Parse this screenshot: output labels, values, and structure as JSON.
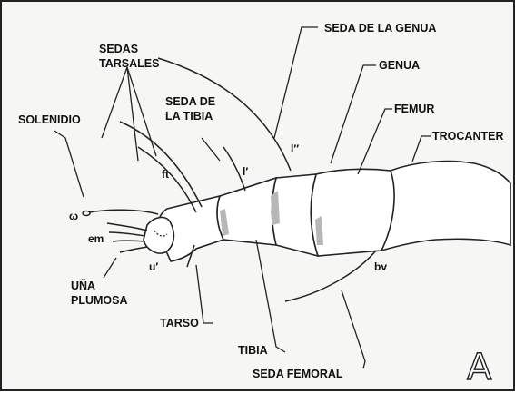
{
  "labels": {
    "seda_genua": "SEDA DE LA GENUA",
    "sedas_tarsales_1": "SEDAS",
    "sedas_tarsales_2": "TARSALES",
    "genua": "GENUA",
    "femur": "FEMUR",
    "seda_tibia_1": "SEDA DE",
    "seda_tibia_2": "LA TIBIA",
    "solenidio": "SOLENIDIO",
    "trocanter": "TROCANTER",
    "l2": "l″",
    "l1": "l′",
    "ft": "ft",
    "omega": "ω",
    "em": "em",
    "u1": "u′",
    "bv": "bv",
    "una_1": "UÑA",
    "una_2": "PLUMOSA",
    "tarso": "TARSO",
    "tibia": "TIBIA",
    "seda_femoral": "SEDA FEMORAL",
    "panel": "A"
  },
  "colors": {
    "ink": "#222222",
    "shading": "#b7b7b7",
    "paper": "#f6f6f4"
  }
}
